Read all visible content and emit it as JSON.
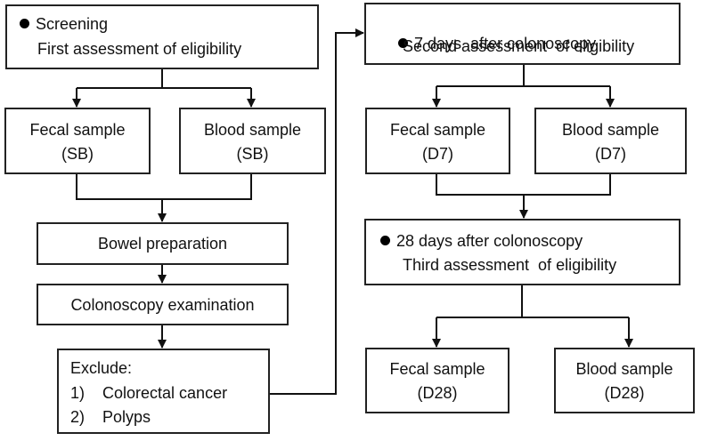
{
  "screening": {
    "title": "Screening",
    "subtitle": "First assessment  of eligibility"
  },
  "sb": {
    "fecal": "Fecal sample",
    "fecal_code": "(SB)",
    "blood": "Blood sample",
    "blood_code": "(SB)"
  },
  "bowel_prep": "Bowel preparation",
  "colonoscopy": "Colonoscopy  examination",
  "exclude": {
    "title": "Exclude:",
    "items": [
      "1)    Colorectal cancer",
      "2)    Polyps"
    ]
  },
  "d7_header": {
    "title": "7 days  after colonoscopy",
    "subtitle": "Second assessment  of eligibility"
  },
  "d7": {
    "fecal": "Fecal sample",
    "fecal_code": "(D7)",
    "blood": "Blood sample",
    "blood_code": "(D7)"
  },
  "d28_header": {
    "title": "28 days after colonoscopy",
    "subtitle": "Third assessment  of eligibility"
  },
  "d28": {
    "fecal": "Fecal sample",
    "fecal_code": "(D28)",
    "blood": "Blood sample",
    "blood_code": "(D28)"
  }
}
